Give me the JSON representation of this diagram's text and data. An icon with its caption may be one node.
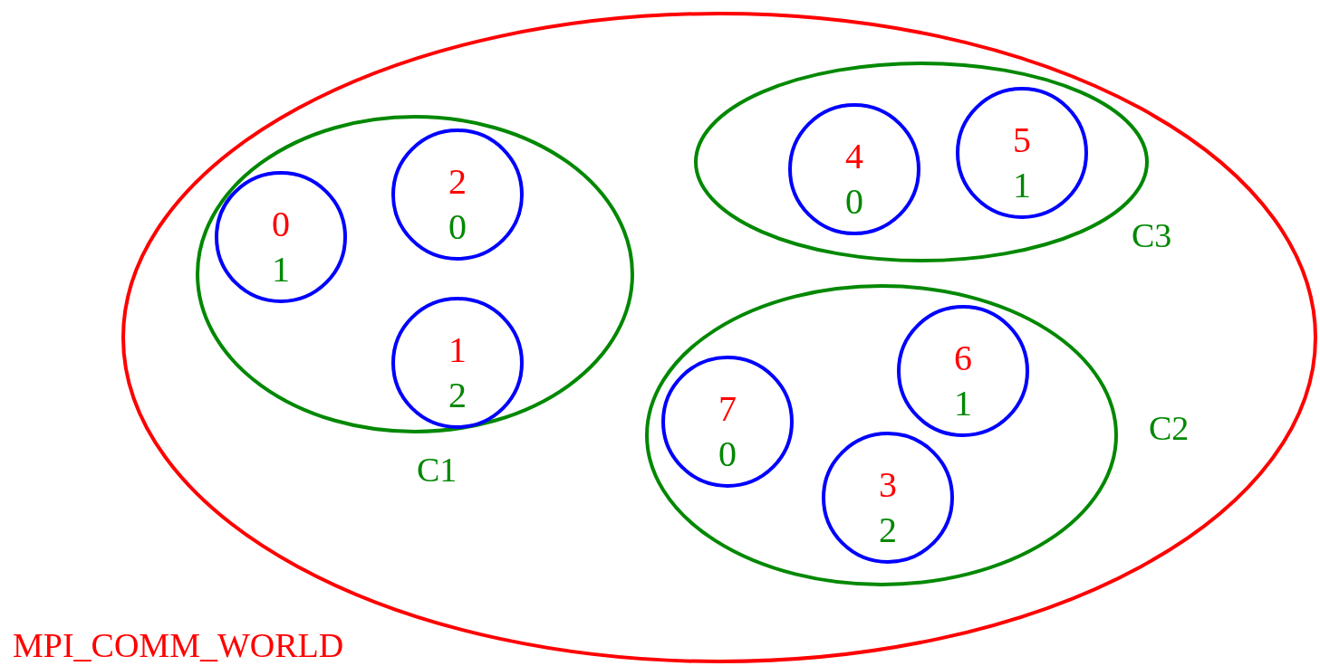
{
  "diagram": {
    "nodes": [
      {
        "text": [
          "MPI_COMM_WORLD"
        ]
      },
      {
        "text": [
          "C1"
        ],
        "in": 0
      },
      {
        "text": [
          "0",
          "1"
        ],
        "in": 1
      },
      {
        "text": [
          "2",
          "0"
        ],
        "in": 1
      },
      {
        "text": [
          "1",
          "2"
        ],
        "in": 1
      },
      {
        "text": [
          "C3"
        ],
        "in": 0
      },
      {
        "text": [
          "4",
          "0"
        ],
        "in": 5
      },
      {
        "text": [
          "5",
          "1"
        ],
        "in": 5
      },
      {
        "text": [
          "C2"
        ],
        "in": 0
      },
      {
        "text": [
          "7",
          "0"
        ],
        "in": 8
      },
      {
        "text": [
          "6",
          "1"
        ],
        "in": 8
      },
      {
        "text": [
          "3",
          "2"
        ],
        "in": 8
      }
    ]
  }
}
